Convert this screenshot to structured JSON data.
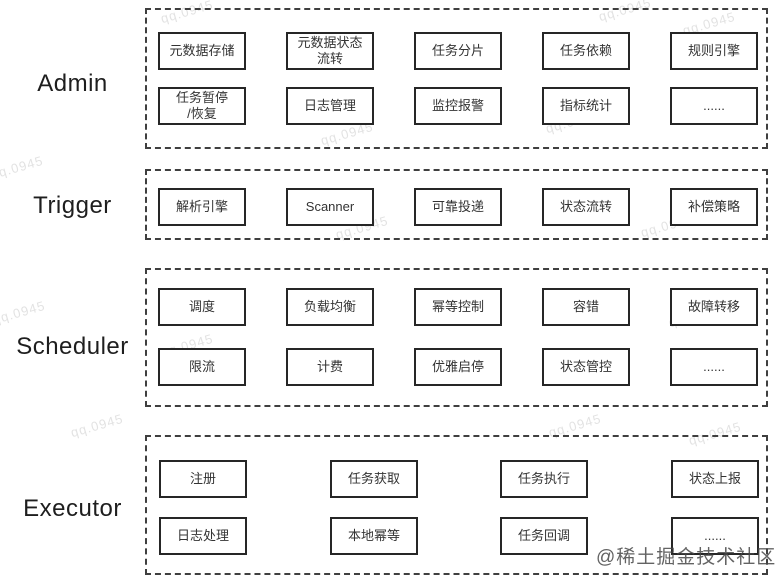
{
  "colors": {
    "background": "#ffffff",
    "container_dashed_border": "#3f3f3f",
    "box_border": "#262626",
    "box_text": "#333333",
    "section_label_text": "#1e1e1e",
    "community_watermark_text": "#484848",
    "faint_watermark_text": "#aaaaaa"
  },
  "sections": {
    "admin": {
      "label": "Admin",
      "rows": [
        [
          "元数据存储",
          "元数据状态\n流转",
          "任务分片",
          "任务依赖",
          "规则引擎"
        ],
        [
          "任务暂停\n/恢复",
          "日志管理",
          "监控报警",
          "指标统计",
          "......"
        ]
      ]
    },
    "trigger": {
      "label": "Trigger",
      "rows": [
        [
          "解析引擎",
          "Scanner",
          "可靠投递",
          "状态流转",
          "补偿策略"
        ]
      ]
    },
    "scheduler": {
      "label": "Scheduler",
      "rows": [
        [
          "调度",
          "负载均衡",
          "幂等控制",
          "容错",
          "故障转移"
        ],
        [
          "限流",
          "计费",
          "优雅启停",
          "状态管控",
          "......"
        ]
      ]
    },
    "executor": {
      "label": "Executor",
      "rows": [
        [
          "注册",
          "任务获取",
          "任务执行",
          "状态上报"
        ],
        [
          "日志处理",
          "本地幂等",
          "任务回调",
          "......"
        ]
      ]
    }
  },
  "watermark": {
    "text": "@稀土掘金技术社区"
  },
  "faint_watermark": {
    "text": "qq.0945"
  }
}
